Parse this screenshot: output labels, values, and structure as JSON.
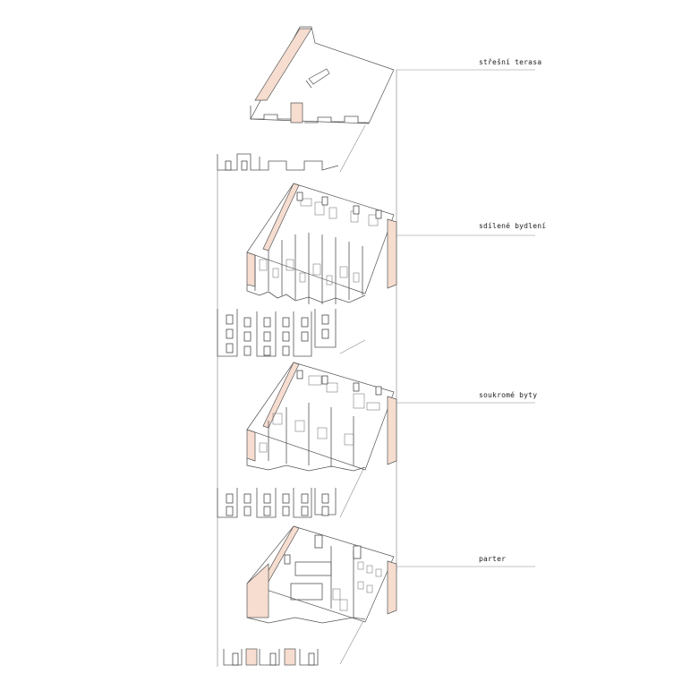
{
  "labels": {
    "roof": "střešní terasa",
    "shared": "sdílené bydlení",
    "private": "soukromé byty",
    "ground": "parter"
  },
  "colors": {
    "accent_wall": "#f6ddd0",
    "line": "#555555",
    "background": "#ffffff"
  }
}
